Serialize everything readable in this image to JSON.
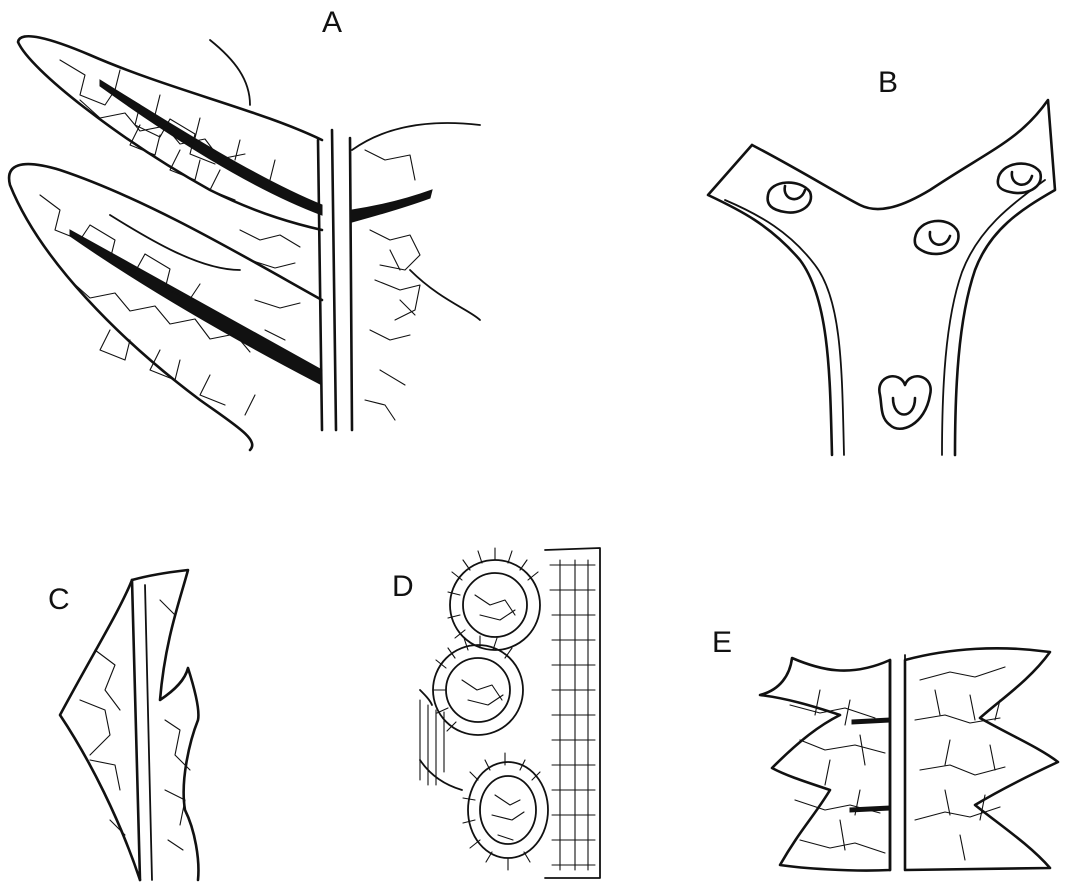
{
  "figure": {
    "panels": [
      {
        "id": "A",
        "label": "A"
      },
      {
        "id": "B",
        "label": "B"
      },
      {
        "id": "C",
        "label": "C"
      },
      {
        "id": "D",
        "label": "D"
      },
      {
        "id": "E",
        "label": "E"
      }
    ],
    "colors": {
      "ink": "#111111",
      "paper": "#ffffff"
    }
  }
}
